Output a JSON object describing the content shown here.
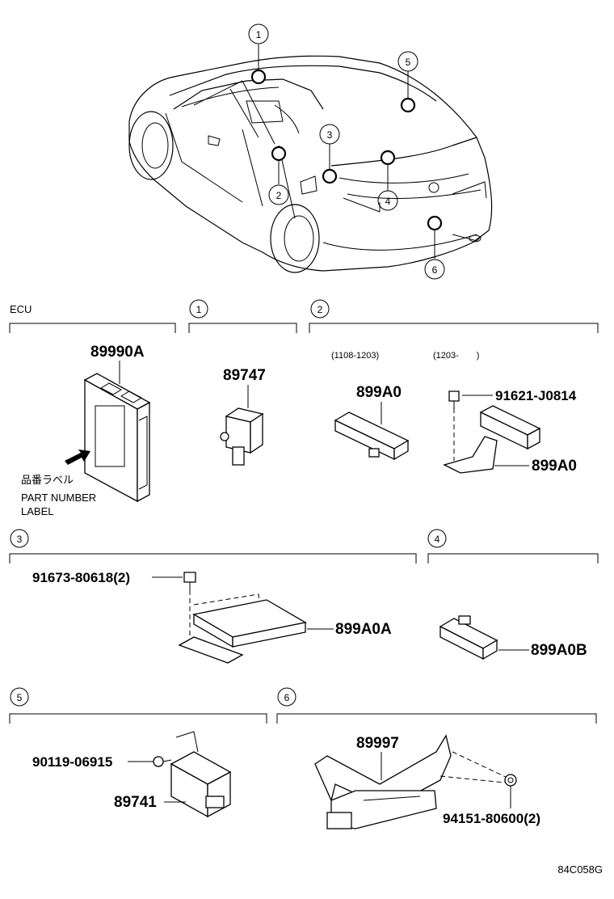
{
  "callouts": [
    "1",
    "2",
    "3",
    "4",
    "5",
    "6"
  ],
  "sections": {
    "ecu": {
      "header": "ECU",
      "part": "89990A",
      "label_jp": "品番ラベル",
      "label_en_1": "PART NUMBER",
      "label_en_2": "LABEL"
    },
    "s1": {
      "num": "1",
      "part": "89747"
    },
    "s2": {
      "num": "2",
      "range_a": "(1108-1203)",
      "range_b": "(1203-　　)",
      "part_a": "899A0",
      "screw": "91621-J0814",
      "part_b": "899A0"
    },
    "s3": {
      "num": "3",
      "bolt": "91673-80618(2)",
      "part": "899A0A"
    },
    "s4": {
      "num": "4",
      "part": "899A0B"
    },
    "s5": {
      "num": "5",
      "bolt": "90119-06915",
      "part": "89741"
    },
    "s6": {
      "num": "6",
      "part": "89997",
      "nut": "94151-80600(2)"
    }
  },
  "figure_code": "84C058G"
}
